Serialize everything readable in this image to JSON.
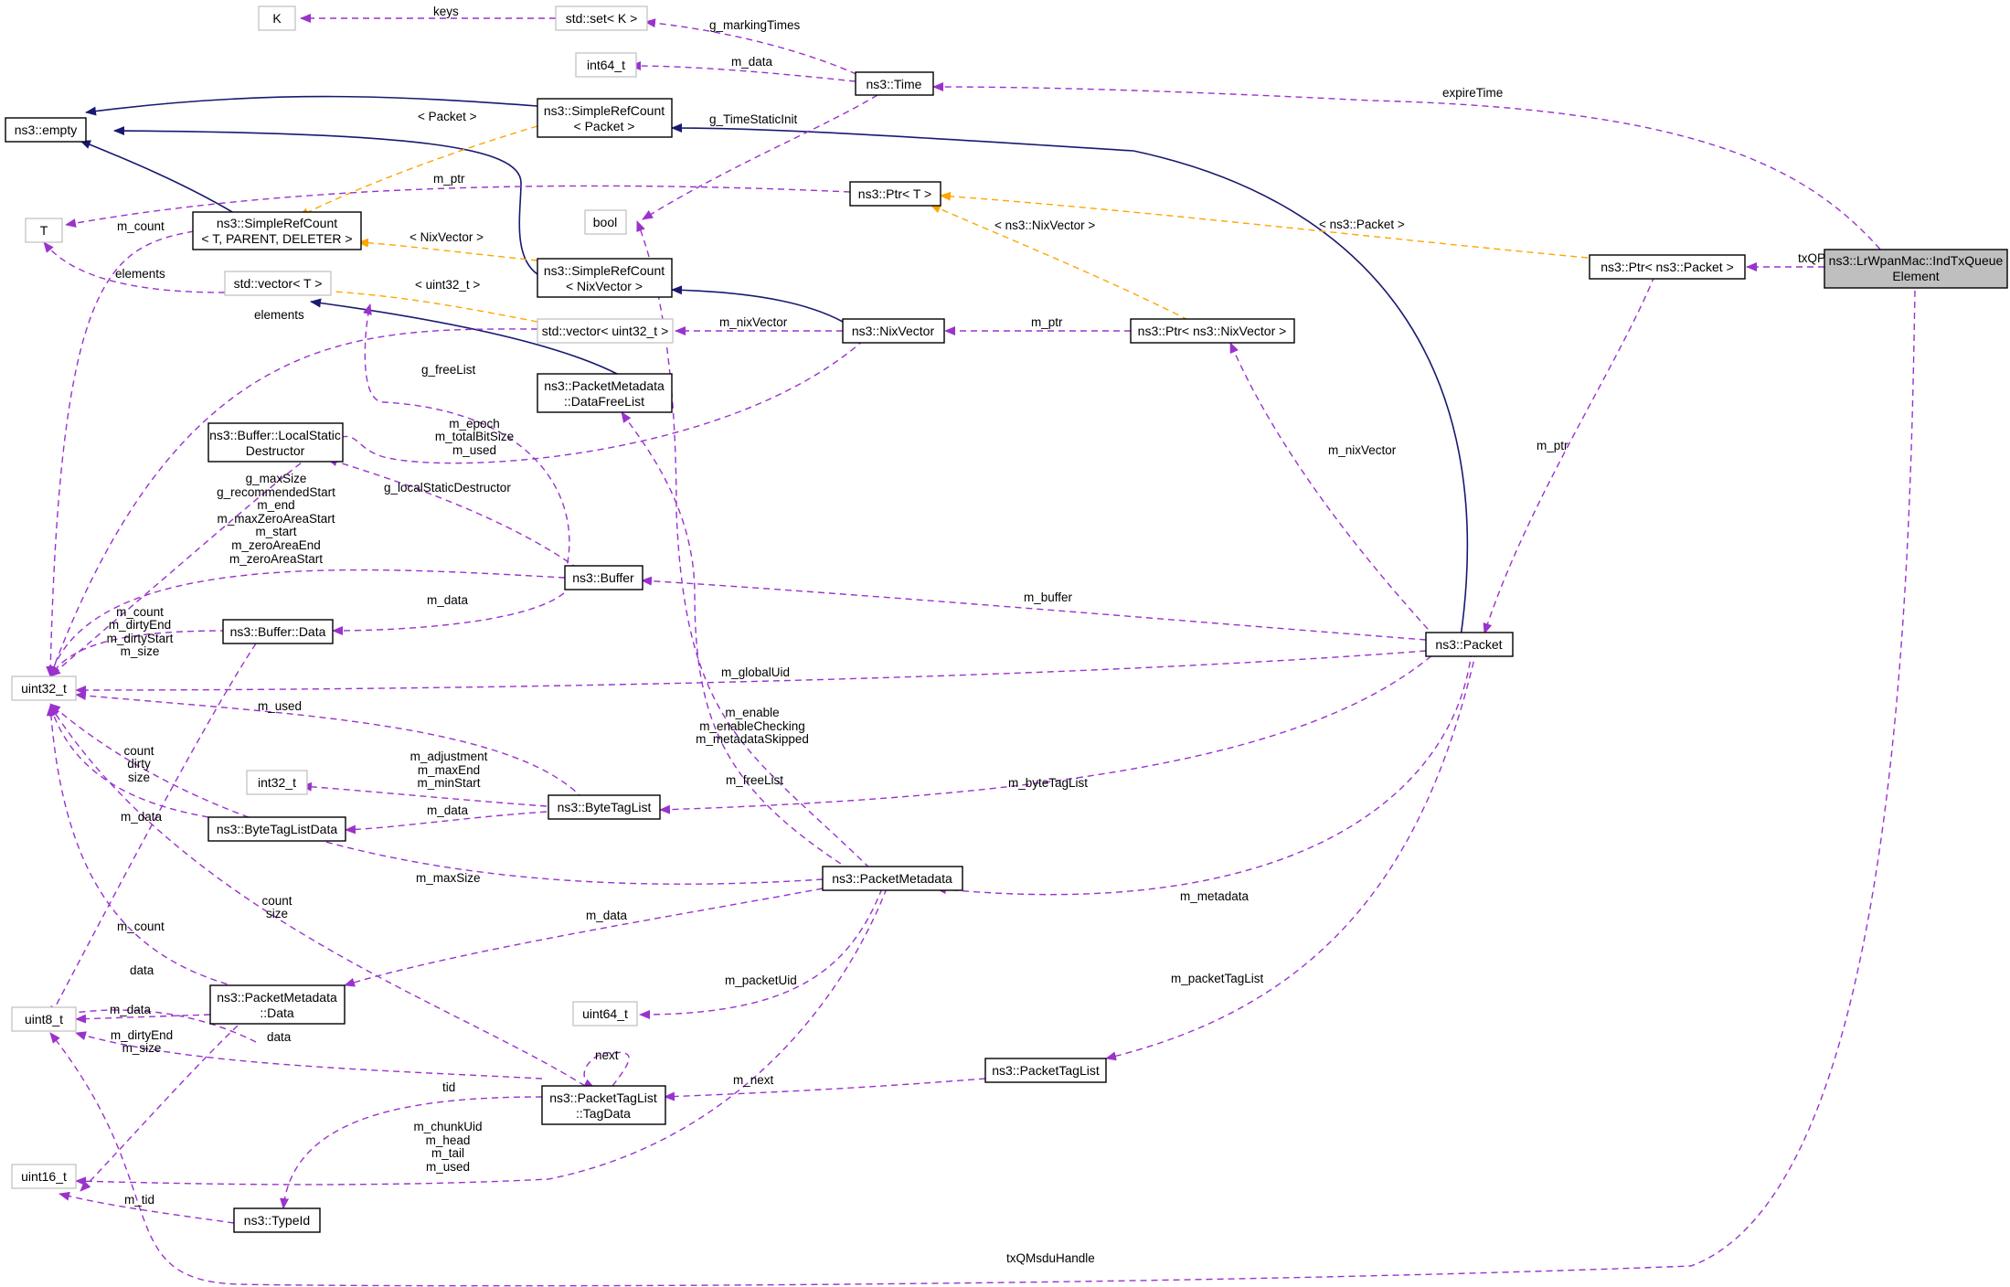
{
  "nodes": {
    "K": "K",
    "std_set_K": "std::set< K >",
    "int64_t": "int64_t",
    "ns3_Time": "ns3::Time",
    "ns3_empty": "ns3::empty",
    "simplerefcount_packet": [
      "ns3::SimpleRefCount",
      "< Packet >"
    ],
    "T": "T",
    "simplerefcount_tpd": [
      "ns3::SimpleRefCount",
      "< T, PARENT, DELETER >"
    ],
    "bool": "bool",
    "ns3_Ptr_T": "ns3::Ptr< T >",
    "std_vector_T": "std::vector< T >",
    "simplerefcount_nix": [
      "ns3::SimpleRefCount",
      "< NixVector >"
    ],
    "std_vector_uint32": "std::vector< uint32_t >",
    "ns3_NixVector": "ns3::NixVector",
    "ns3_Ptr_NixVector": "ns3::Ptr< ns3::NixVector >",
    "ns3_Ptr_Packet": "ns3::Ptr< ns3::Packet >",
    "lrwpan_focus": [
      "ns3::LrWpanMac::IndTxQueue",
      "Element"
    ],
    "pm_datafreelist": [
      "ns3::PacketMetadata",
      "::DataFreeList"
    ],
    "buffer_lsd": [
      "ns3::Buffer::LocalStatic",
      "Destructor"
    ],
    "ns3_Buffer": "ns3::Buffer",
    "ns3_Packet": "ns3::Packet",
    "buffer_data": "ns3::Buffer::Data",
    "uint32_t": "uint32_t",
    "int32_t": "int32_t",
    "ns3_ByteTagList": "ns3::ByteTagList",
    "ns3_ByteTagListData": "ns3::ByteTagListData",
    "ns3_PacketMetadata": "ns3::PacketMetadata",
    "uint8_t": "uint8_t",
    "pm_data": [
      "ns3::PacketMetadata",
      "::Data"
    ],
    "uint64_t": "uint64_t",
    "ns3_PacketTagList": "ns3::PacketTagList",
    "ptl_tagdata": [
      "ns3::PacketTagList",
      "::TagData"
    ],
    "uint16_t": "uint16_t",
    "ns3_TypeId": "ns3::TypeId"
  },
  "edge_labels": {
    "keys": "keys",
    "g_markingTimes": "g_markingTimes",
    "m_data_time": "m_data",
    "expireTime": "expireTime",
    "packet_tmpl": "< Packet >",
    "g_TimeStaticInit": "g_TimeStaticInit",
    "m_ptr_t": "m_ptr",
    "m_count_t": "m_count",
    "ns3packet_tmpl": "< ns3::Packet >",
    "txQPkt": "txQPkt",
    "nixvector_tmpl": "< NixVector >",
    "ptrnix_tmpl": "< ns3::NixVector >",
    "elements_t": "elements",
    "uint32_tmpl": "< uint32_t >",
    "elements_u": "elements",
    "m_nixVector_vec": "m_nixVector",
    "m_ptr_nix": "m_ptr",
    "g_freeList": "g_freeList",
    "nix_fields": [
      "m_epoch",
      "m_totalBitSize",
      "m_used"
    ],
    "m_nixVector": "m_nixVector",
    "m_ptr_pkt": "m_ptr",
    "g_localStaticDestructor": "g_localStaticDestructor",
    "buffer_fields": [
      "g_maxSize",
      "g_recommendedStart",
      "m_end",
      "m_maxZeroAreaStart",
      "m_start",
      "m_zeroAreaEnd",
      "m_zeroAreaStart"
    ],
    "m_buffer": "m_buffer",
    "bufdata_fields": [
      "m_count",
      "m_dirtyEnd",
      "m_dirtyStart",
      "m_size"
    ],
    "m_data_buf": "m_data",
    "m_globalUid": "m_globalUid",
    "pm_flags": [
      "m_enable",
      "m_enableChecking",
      "m_metadataSkipped"
    ],
    "m_used": "m_used",
    "btl_fields": [
      "m_adjustment",
      "m_maxEnd",
      "m_minStart"
    ],
    "cds_fields": [
      "count",
      "dirty",
      "size"
    ],
    "m_freeList": "m_freeList",
    "m_byteTagList": "m_byteTagList",
    "m_data_btl": "m_data",
    "m_data_bd": "m_data",
    "m_maxSize": "m_maxSize",
    "cs_fields": [
      "count",
      "size"
    ],
    "m_metadata": "m_metadata",
    "m_count_pmd": "m_count",
    "m_data_pm": "m_data",
    "data_lbl": "data",
    "m_packetUid": "m_packetUid",
    "m_packetTagList": "m_packetTagList",
    "m_data_u8": "m_data",
    "pmd_fields": [
      "m_dirtyEnd",
      "m_size"
    ],
    "next": "next",
    "data_td": "data",
    "tid": "tid",
    "m_next": "m_next",
    "pm_fields2": [
      "m_chunkUid",
      "m_head",
      "m_tail",
      "m_used"
    ],
    "m_tid": "m_tid",
    "txQMsduHandle": "txQMsduHandle"
  },
  "colors": {
    "member_edge": "#9a32cd",
    "template_edge": "#ffa500",
    "inheritance_edge": "#191970",
    "focus_fill": "#bfbfbf",
    "external_border": "#bfbfbf"
  }
}
